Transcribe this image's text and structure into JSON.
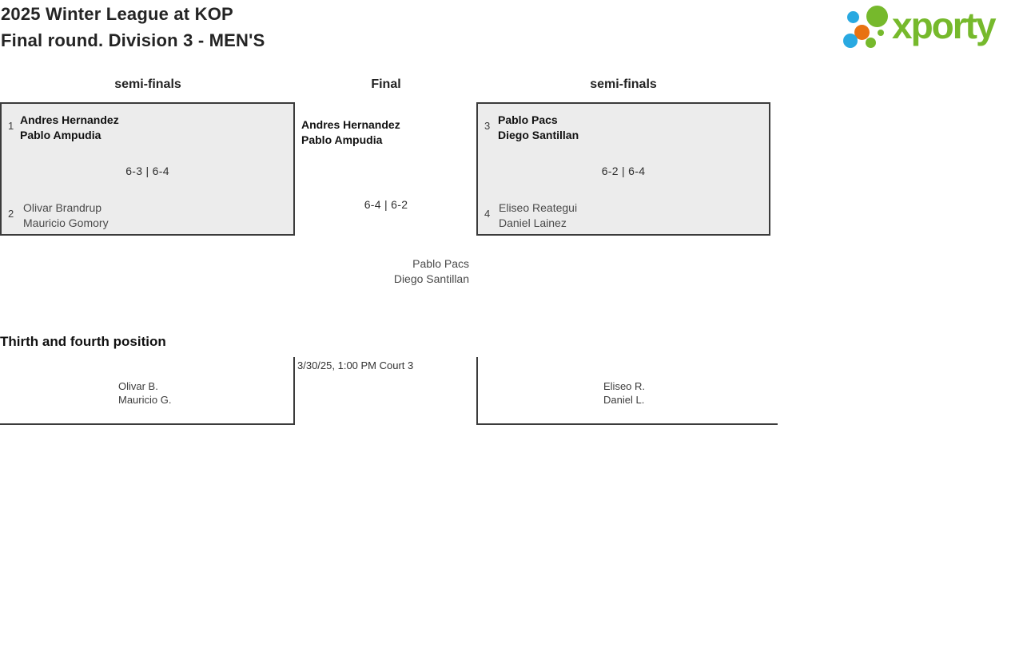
{
  "header": {
    "title_line1": "2025 Winter League at KOP",
    "title_line2": "Final round. Division 3 - MEN'S"
  },
  "logo": {
    "text": "xporty",
    "colors": {
      "green": "#76b92c",
      "blue": "#29a9e1",
      "orange": "#e87211"
    }
  },
  "bracket": {
    "columns": [
      "semi-finals",
      "Final",
      "semi-finals"
    ],
    "semi1": {
      "seed_top": "1",
      "team_top": [
        "Andres Hernandez",
        "Pablo Ampudia"
      ],
      "score": "6-3 | 6-4",
      "seed_bottom": "2",
      "team_bottom": [
        "Olivar Brandrup",
        "Mauricio Gomory"
      ]
    },
    "final": {
      "winner": [
        "Andres Hernandez",
        "Pablo Ampudia"
      ],
      "score": "6-4 | 6-2",
      "loser": [
        "Pablo Pacs",
        "Diego Santillan"
      ]
    },
    "semi2": {
      "seed_top": "3",
      "team_top": [
        "Pablo Pacs",
        "Diego Santillan"
      ],
      "score": "6-2 | 6-4",
      "seed_bottom": "4",
      "team_bottom": [
        "Eliseo Reategui",
        "Daniel Lainez"
      ]
    }
  },
  "third_place": {
    "title": "Thirth and fourth position",
    "schedule": "3/30/25, 1:00 PM Court 3",
    "left_team": [
      "Olivar B.",
      "Mauricio G."
    ],
    "right_team": [
      "Eliseo R.",
      "Daniel L."
    ]
  }
}
